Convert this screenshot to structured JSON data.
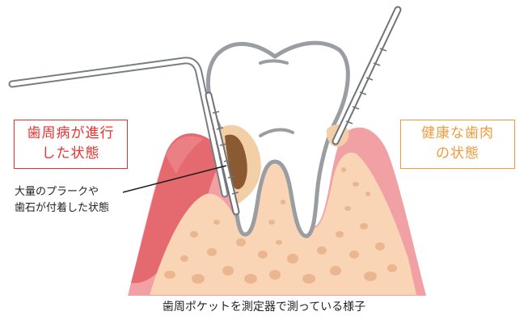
{
  "labels": {
    "periodontitis_line1": "歯周病が進行",
    "periodontitis_line2": "した状態",
    "healthy_line1": "健康な歯肉",
    "healthy_line2": "の状態",
    "plaque_line1": "大量のプラークや",
    "plaque_line2": "歯石が付着した状態"
  },
  "caption": "歯周ポケットを測定器で測っている様子",
  "colors": {
    "periodontitis": "#e8312f",
    "healthy": "#f39a3c",
    "gum": "#f1a0a3",
    "gum_inflamed": "#e46a6f",
    "bone": "#f9d4b5",
    "bone_spots": "#e9b690",
    "tooth_outline": "#9a9da1",
    "calculus": "#8a5a33",
    "probe": "#6f7378"
  },
  "icons": [
    "periodontal-probe-icon",
    "tooth-icon"
  ]
}
